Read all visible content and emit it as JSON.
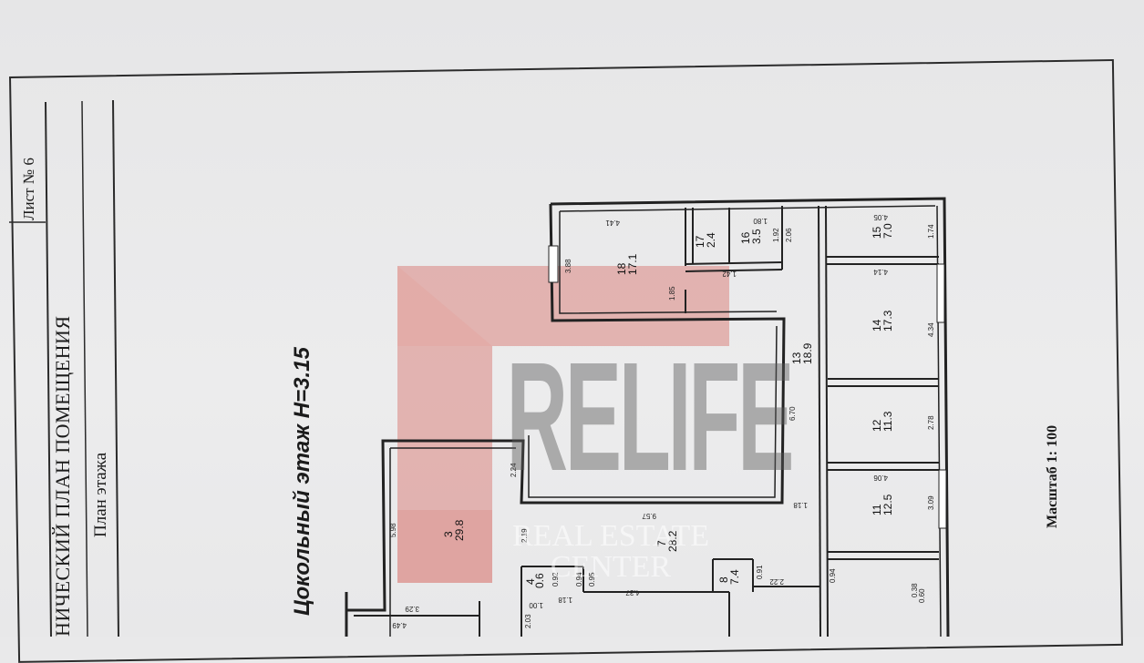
{
  "title_block": {
    "sheet_label": "Лист №  6",
    "doc_title": "НИЧЕСКИЙ ПЛАН ПОМЕЩЕНИЯ",
    "subtitle": "План этажа"
  },
  "floor": {
    "title": "Цокольный этаж  Н=3.15"
  },
  "scale": "Масштаб 1: 100",
  "watermark": {
    "brand": "RELIFE",
    "sub1": "REAL ESTATE",
    "sub2": "CENTER"
  },
  "rooms": [
    {
      "id": "18",
      "area": "17.1"
    },
    {
      "id": "17",
      "area": "2.4"
    },
    {
      "id": "16",
      "area": "3.5"
    },
    {
      "id": "15",
      "area": "7.0"
    },
    {
      "id": "14",
      "area": "17.3"
    },
    {
      "id": "13",
      "area": "18.9"
    },
    {
      "id": "12",
      "area": "11.3"
    },
    {
      "id": "11",
      "area": "12.5"
    },
    {
      "id": "3",
      "area": "29.8"
    },
    {
      "id": "7",
      "area": "28.2"
    },
    {
      "id": "8",
      "area": "7.4"
    },
    {
      "id": "4",
      "area": "0.6"
    }
  ],
  "dimensions": [
    "4.41",
    "3.88",
    "1.85",
    "1.80",
    "1.92",
    "2.06",
    "1.42",
    "4.05",
    "1.74",
    "4.14",
    "4.34",
    "6.70",
    "9.57",
    "1.18",
    "2.24",
    "5.98",
    "2.19",
    "4.06",
    "2.78",
    "3.09",
    "4.37",
    "0.95",
    "0.94",
    "1.18",
    "1.00",
    "0.92",
    "2.03",
    "2.22",
    "0.91",
    "3.29",
    "4.49",
    "0.38",
    "0.60",
    "0.94"
  ]
}
